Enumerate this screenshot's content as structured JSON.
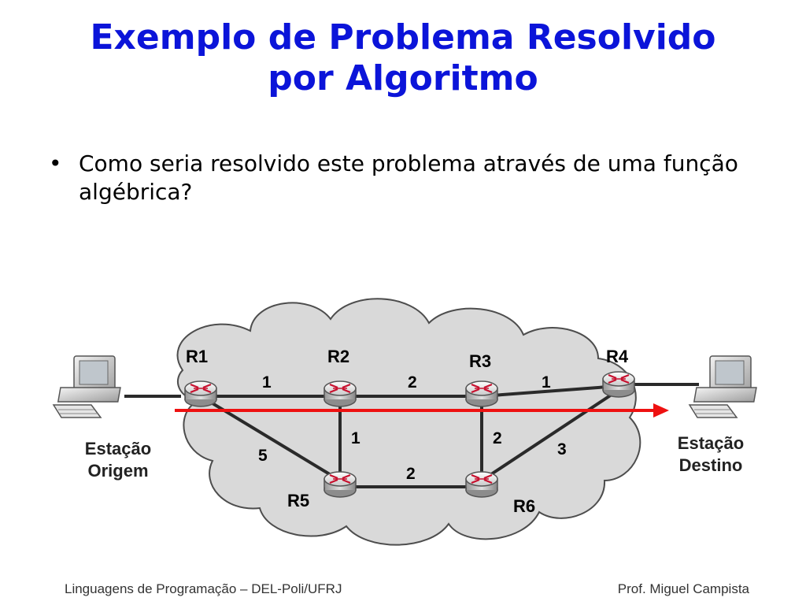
{
  "slide": {
    "title_line1": "Exemplo de Problema Resolvido",
    "title_line2": "por Algoritmo",
    "bullet_marker": "•",
    "bullet_text": "Como seria resolvido este problema através de uma função algébrica?"
  },
  "diagram": {
    "routers": [
      {
        "id": "R1",
        "label": "R1"
      },
      {
        "id": "R2",
        "label": "R2"
      },
      {
        "id": "R3",
        "label": "R3"
      },
      {
        "id": "R4",
        "label": "R4"
      },
      {
        "id": "R5",
        "label": "R5"
      },
      {
        "id": "R6",
        "label": "R6"
      }
    ],
    "links": [
      {
        "from": "R1",
        "to": "R2",
        "weight": "1"
      },
      {
        "from": "R2",
        "to": "R3",
        "weight": "2"
      },
      {
        "from": "R3",
        "to": "R4",
        "weight": "1"
      },
      {
        "from": "R1",
        "to": "R5",
        "weight": "5"
      },
      {
        "from": "R2",
        "to": "R5",
        "weight": "1"
      },
      {
        "from": "R5",
        "to": "R6",
        "weight": "2"
      },
      {
        "from": "R3",
        "to": "R6",
        "weight": "2"
      },
      {
        "from": "R6",
        "to": "R4",
        "weight": "3"
      }
    ],
    "source_station": {
      "line1": "Estação",
      "line2": "Origem"
    },
    "destination_station": {
      "line1": "Estação",
      "line2": "Destino"
    },
    "path_arrow_color": "#ee1111",
    "cloud_color": "#d9d9d9"
  },
  "footer": {
    "left": "Linguagens de Programação – DEL-Poli/UFRJ",
    "right": "Prof. Miguel Campista"
  }
}
